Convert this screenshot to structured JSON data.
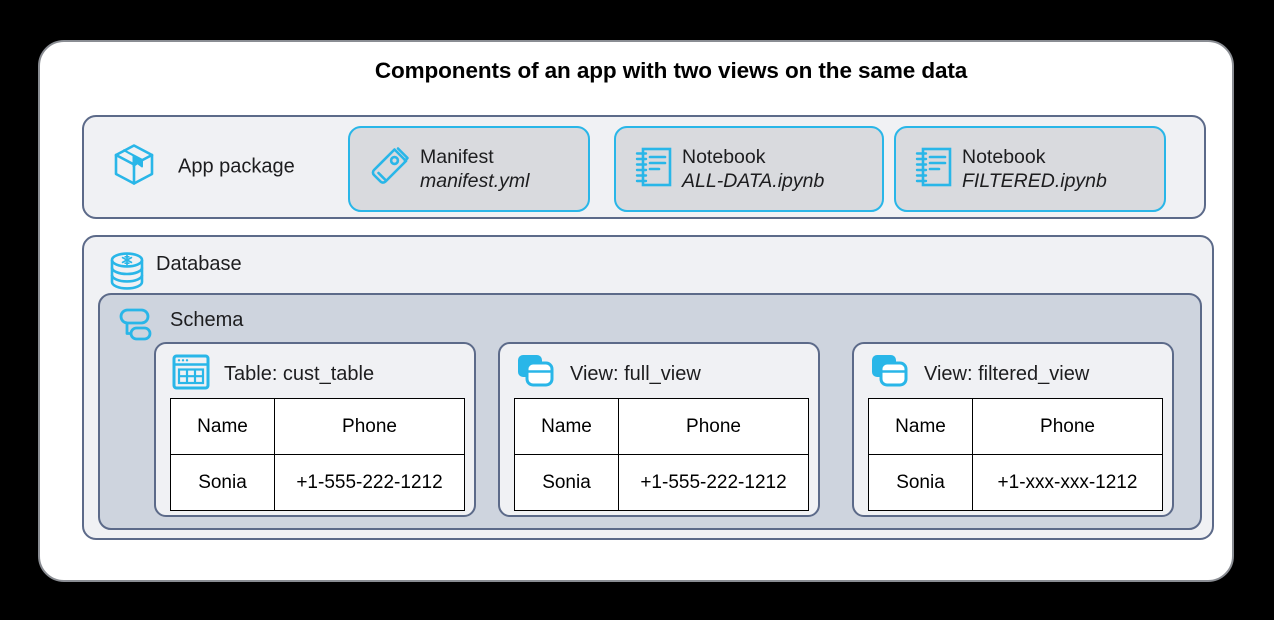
{
  "title": "Components of an app with two views on the same data",
  "colors": {
    "accent": "#29b6e8",
    "panel_border": "#5c6a89",
    "panel_fill": "#f0f1f4",
    "schema_fill": "#ced4de",
    "chip_fill": "#d9dade",
    "card_bg": "#ffffff",
    "background": "#000000"
  },
  "app_package": {
    "icon": "package-box-icon",
    "label": "App package",
    "files": [
      {
        "icon": "tag-icon",
        "kind": "Manifest",
        "filename": "manifest.yml"
      },
      {
        "icon": "notebook-icon",
        "kind": "Notebook",
        "filename": "ALL-DATA.ipynb"
      },
      {
        "icon": "notebook-icon",
        "kind": "Notebook",
        "filename": "FILTERED.ipynb"
      }
    ]
  },
  "database": {
    "icon": "database-cylinder-icon",
    "label": "Database",
    "schema": {
      "icon": "schema-stack-icon",
      "label": "Schema",
      "entities": [
        {
          "icon": "table-window-icon",
          "title": "Table: cust_table",
          "columns": [
            "Name",
            "Phone"
          ],
          "rows": [
            [
              "Sonia",
              "+1-555-222-1212"
            ]
          ]
        },
        {
          "icon": "view-cards-icon",
          "title": "View: full_view",
          "columns": [
            "Name",
            "Phone"
          ],
          "rows": [
            [
              "Sonia",
              "+1-555-222-1212"
            ]
          ]
        },
        {
          "icon": "view-cards-icon",
          "title": "View: filtered_view",
          "columns": [
            "Name",
            "Phone"
          ],
          "rows": [
            [
              "Sonia",
              "+1-xxx-xxx-1212"
            ]
          ]
        }
      ]
    }
  }
}
